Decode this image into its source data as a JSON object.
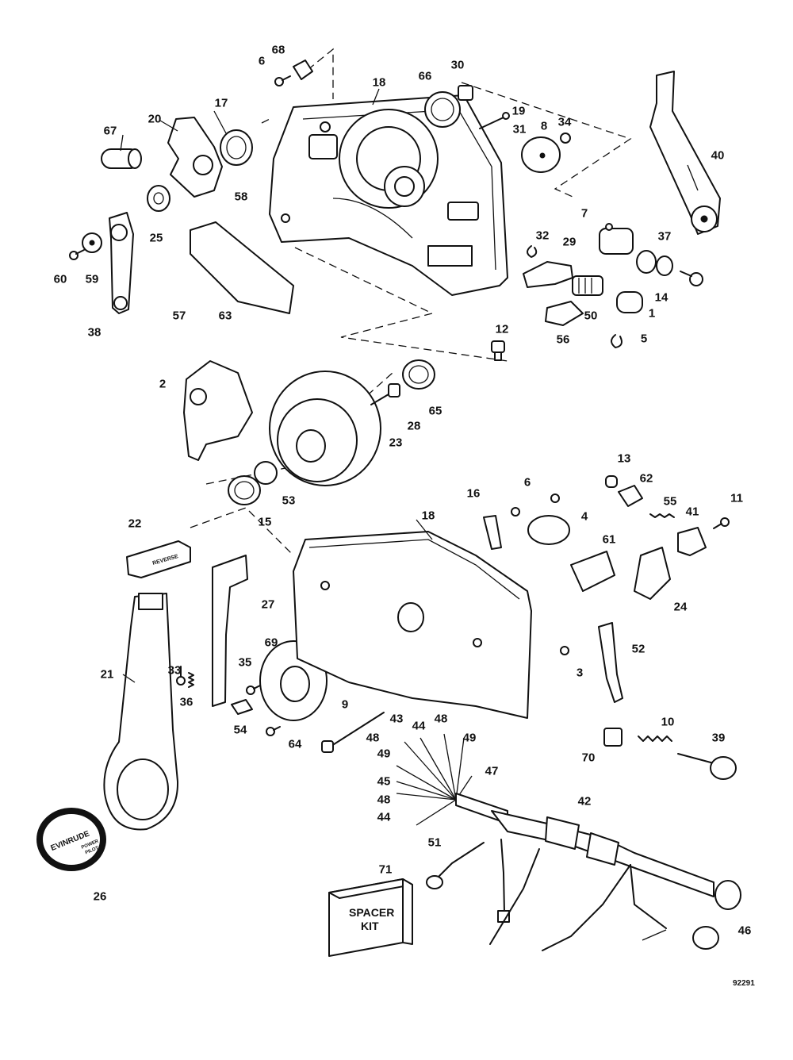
{
  "callouts": [
    {
      "label": "68"
    },
    {
      "label": "6"
    },
    {
      "label": "18"
    },
    {
      "label": "66"
    },
    {
      "label": "30"
    },
    {
      "label": "17"
    },
    {
      "label": "20"
    },
    {
      "label": "19"
    },
    {
      "label": "8"
    },
    {
      "label": "34"
    },
    {
      "label": "67"
    },
    {
      "label": "31"
    },
    {
      "label": "40"
    },
    {
      "label": "58"
    },
    {
      "label": "7"
    },
    {
      "label": "25"
    },
    {
      "label": "37"
    },
    {
      "label": "60"
    },
    {
      "label": "59"
    },
    {
      "label": "32"
    },
    {
      "label": "29"
    },
    {
      "label": "14"
    },
    {
      "label": "50"
    },
    {
      "label": "1"
    },
    {
      "label": "57"
    },
    {
      "label": "63"
    },
    {
      "label": "38"
    },
    {
      "label": "56"
    },
    {
      "label": "5"
    },
    {
      "label": "12"
    },
    {
      "label": "2"
    },
    {
      "label": "65"
    },
    {
      "label": "28"
    },
    {
      "label": "23"
    },
    {
      "label": "13"
    },
    {
      "label": "6"
    },
    {
      "label": "62"
    },
    {
      "label": "16"
    },
    {
      "label": "55"
    },
    {
      "label": "11"
    },
    {
      "label": "53"
    },
    {
      "label": "41"
    },
    {
      "label": "4"
    },
    {
      "label": "15"
    },
    {
      "label": "22"
    },
    {
      "label": "18"
    },
    {
      "label": "61"
    },
    {
      "label": "27"
    },
    {
      "label": "24"
    },
    {
      "label": "69"
    },
    {
      "label": "52"
    },
    {
      "label": "35"
    },
    {
      "label": "3"
    },
    {
      "label": "33"
    },
    {
      "label": "21"
    },
    {
      "label": "36"
    },
    {
      "label": "9"
    },
    {
      "label": "48"
    },
    {
      "label": "43"
    },
    {
      "label": "44"
    },
    {
      "label": "10"
    },
    {
      "label": "54"
    },
    {
      "label": "48"
    },
    {
      "label": "49"
    },
    {
      "label": "49"
    },
    {
      "label": "39"
    },
    {
      "label": "64"
    },
    {
      "label": "70"
    },
    {
      "label": "47"
    },
    {
      "label": "45"
    },
    {
      "label": "48"
    },
    {
      "label": "42"
    },
    {
      "label": "44"
    },
    {
      "label": "51"
    },
    {
      "label": "26"
    },
    {
      "label": "71"
    },
    {
      "label": "46"
    }
  ],
  "spacer_kit": {
    "line1": "SPACER",
    "line2": "KIT"
  },
  "badge": {
    "brand": "EVINRUDE",
    "line1": "POWER",
    "line2": "PILOT"
  },
  "handle_text": "REVERSE",
  "drawing_code": "92291"
}
